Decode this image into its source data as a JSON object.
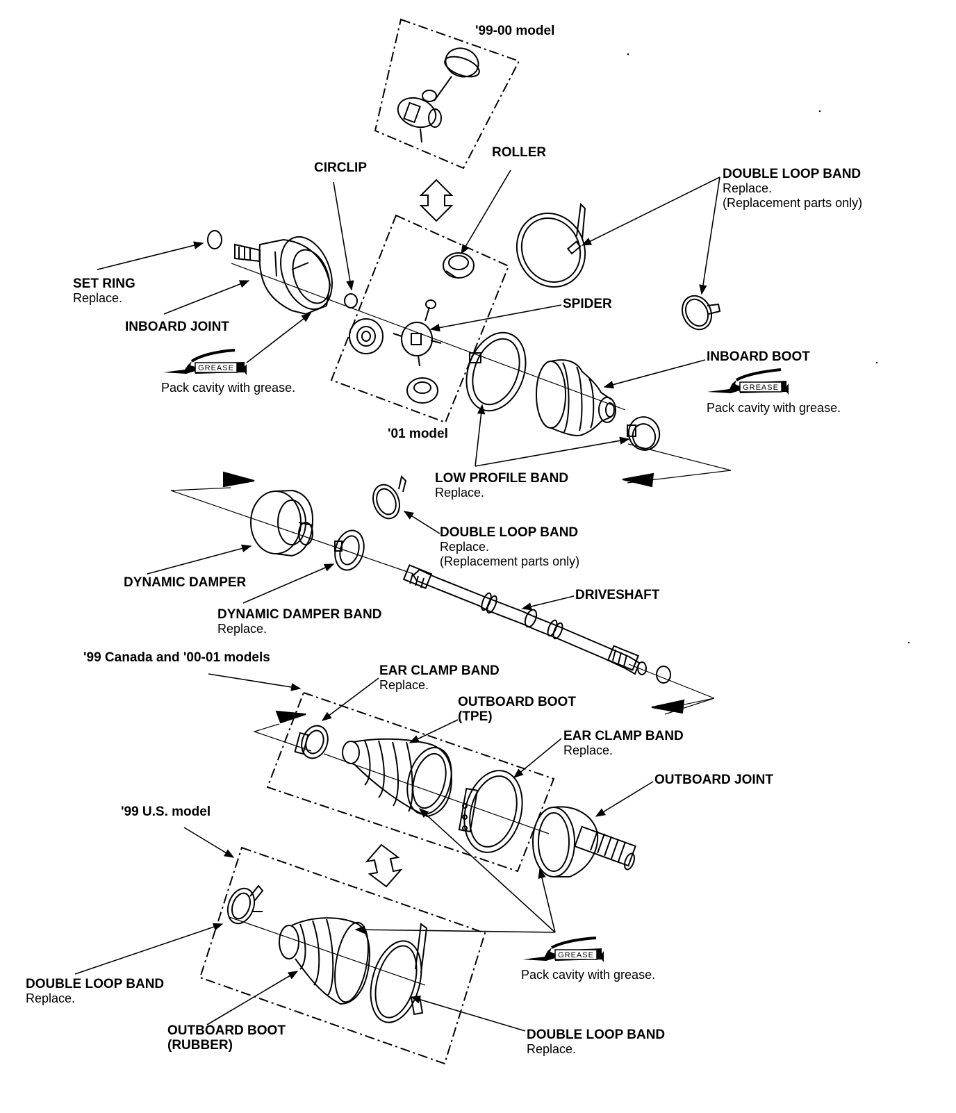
{
  "variants": {
    "model_99_00": "'99-00 model",
    "model_01": "'01 model",
    "model_99_canada_00_01": "'99 Canada and '00-01 models",
    "model_99_us": "'99 U.S. model"
  },
  "parts": {
    "roller": {
      "title": "ROLLER"
    },
    "circlip": {
      "title": "CIRCLIP"
    },
    "set_ring": {
      "title": "SET RING",
      "note": "Replace."
    },
    "inboard_joint": {
      "title": "INBOARD JOINT"
    },
    "spider": {
      "title": "SPIDER"
    },
    "double_loop_band_top": {
      "title": "DOUBLE LOOP BAND",
      "note": "Replace.",
      "note2": "(Replacement parts only)"
    },
    "inboard_boot": {
      "title": "INBOARD BOOT"
    },
    "low_profile_band": {
      "title": "LOW PROFILE BAND",
      "note": "Replace."
    },
    "double_loop_band_mid": {
      "title": "DOUBLE LOOP BAND",
      "note": "Replace.",
      "note2": "(Replacement parts only)"
    },
    "dynamic_damper": {
      "title": "DYNAMIC DAMPER"
    },
    "dynamic_damper_band": {
      "title": "DYNAMIC DAMPER BAND",
      "note": "Replace."
    },
    "driveshaft": {
      "title": "DRIVESHAFT"
    },
    "ear_clamp_band_left": {
      "title": "EAR CLAMP BAND",
      "note": "Replace."
    },
    "outboard_boot_tpe": {
      "title": "OUTBOARD BOOT",
      "note": "(TPE)"
    },
    "ear_clamp_band_right": {
      "title": "EAR CLAMP BAND",
      "note": "Replace."
    },
    "outboard_joint": {
      "title": "OUTBOARD JOINT"
    },
    "double_loop_band_bottom_left": {
      "title": "DOUBLE LOOP BAND",
      "note": "Replace."
    },
    "outboard_boot_rubber": {
      "title": "OUTBOARD BOOT",
      "note": "(RUBBER)"
    },
    "double_loop_band_bottom_right": {
      "title": "DOUBLE LOOP BAND",
      "note": "Replace."
    }
  },
  "grease": {
    "tube_label": "GREASE",
    "instruction": "Pack cavity with grease."
  }
}
